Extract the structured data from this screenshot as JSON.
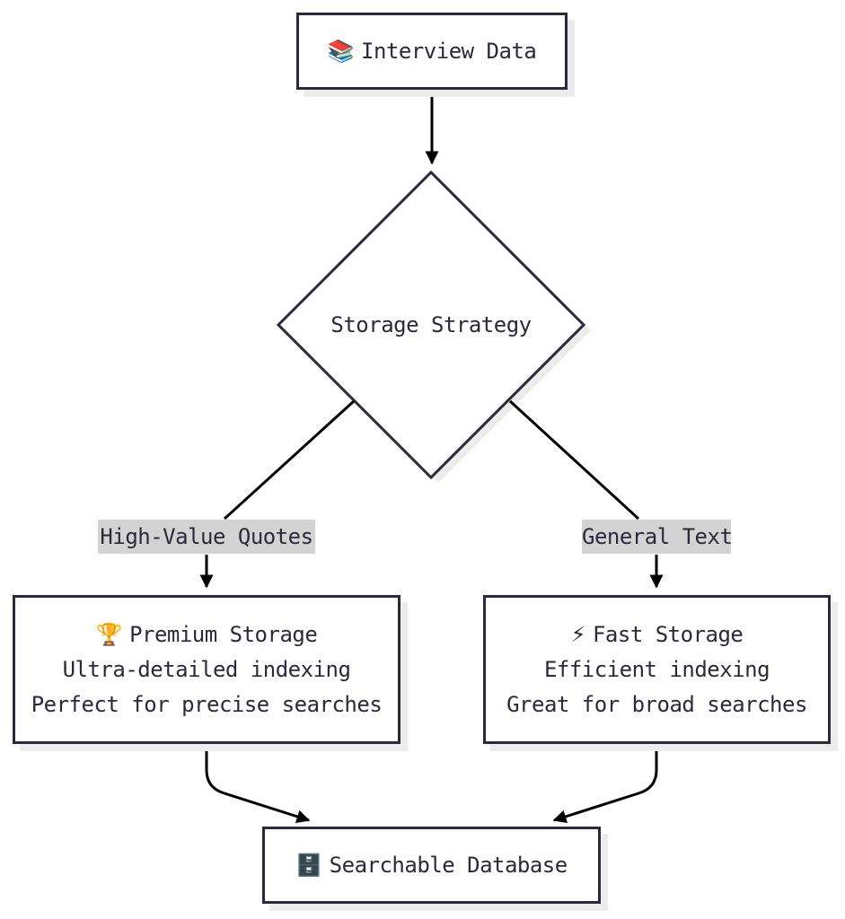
{
  "nodes": {
    "interview_data": {
      "icon": "books-icon",
      "glyph": "📚",
      "label": "Interview Data"
    },
    "storage_strategy": {
      "label": "Storage Strategy"
    },
    "premium_storage": {
      "icon": "trophy-icon",
      "glyph": "🏆",
      "title": "Premium Storage",
      "line2": "Ultra-detailed indexing",
      "line3": "Perfect for precise searches"
    },
    "fast_storage": {
      "icon": "lightning-icon",
      "glyph": "⚡",
      "title": "Fast Storage",
      "line2": "Efficient indexing",
      "line3": "Great for broad searches"
    },
    "searchable_database": {
      "icon": "file-cabinet-icon",
      "glyph": "🗄️",
      "label": "Searchable Database"
    }
  },
  "edges": {
    "high_value": "High-Value Quotes",
    "general": "General Text"
  },
  "colors": {
    "stroke": "#2b2a3d",
    "edge_label_bg": "#d3d3d3",
    "shadow": "#ececec"
  }
}
